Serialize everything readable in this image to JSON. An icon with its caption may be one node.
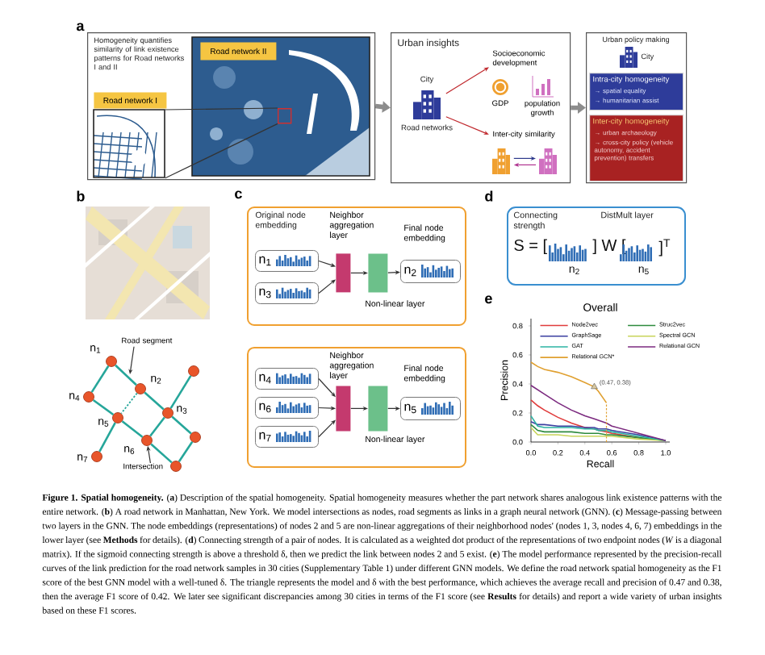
{
  "diagram": {
    "caption": "**Figure 1. Spatial homogeneity.** (**a**) Description of the spatial homogeneity. Spatial homogeneity measures whether the part network shares analogous link existence patterns with the entire network. (**b**) A road network in Manhattan, New York. We model intersections as nodes, road segments as links in a graph neural network (GNN). (**c**) Message-passing between two layers in the GNN. The node embeddings (representations) of nodes 2 and 5 are non-linear aggregations of their neighborhood nodes' (nodes 1, 3, nodes 4, 6, 7) embeddings in the lower layer (see **Methods** for details). (**d**) Connecting strength of a pair of nodes. It is calculated as a weighted dot product of the representations of two endpoint nodes (*W* is a diagonal matrix). If the sigmoid connecting strength is above a threshold δ, then we predict the link between nodes 2 and 5 exist. (**e**) The model performance represented by the precision-recall curves of the link prediction for the road network samples in 30 cities (Supplementary Table 1) under different GNN models. We define the road network spatial homogeneity as the F1 score of the best GNN model with a well-tuned δ. The triangle represents the model and δ with the best performance, which achieves the average recall and precision of 0.47 and 0.38, then the average F1 score of 0.42. We later see significant discrepancies among 30 cities in terms of the F1 score (see **Results** for details) and report a wide variety of urban insights based on these F1 scores.",
    "nodes": [
      {
        "text": [
          "Homogeneity quantifies similarity of link existence patterns for Road networks I and II"
        ]
      },
      {
        "text": [
          "Road network I"
        ],
        "in": 0
      },
      {
        "text": [],
        "shape": "picture",
        "in": 0
      },
      {
        "text": [],
        "shape": "picture",
        "in": 0
      },
      {
        "text": [
          "Road network II"
        ],
        "in": 3
      },
      {
        "text": [
          "Urban insights"
        ]
      },
      {
        "text": [
          "City",
          "Road networks"
        ],
        "in": 5
      },
      {
        "text": [
          "Socioeconomic development"
        ],
        "in": 5
      },
      {
        "text": [
          "Inter-city similarity"
        ],
        "in": 5
      },
      {
        "text": [],
        "shape": "building",
        "in": 5
      },
      {
        "text": [],
        "shape": "building",
        "in": 5
      },
      {
        "text": [
          "Urban policy making",
          "City"
        ]
      },
      {
        "text": [
          "Intra-city homogeneity",
          "→ spatial equality",
          "→ humanitarian assist"
        ],
        "in": 11
      },
      {
        "text": [
          "Inter-city homogeneity",
          "→ urban archaeology",
          "→ cross-city policy (vehicle autonomy, accident prevention) transfers"
        ],
        "in": 11
      },
      {
        "text": [],
        "shape": "picture"
      },
      {
        "text": [],
        "shape": "circle",
        "beside": [
          "n$_{1}$"
        ]
      },
      {
        "text": [],
        "shape": "circle"
      },
      {
        "text": [],
        "shape": "circle",
        "beside": [
          "n$_{2}$"
        ]
      },
      {
        "text": [],
        "shape": "circle",
        "beside": [
          "n$_{4}$"
        ]
      },
      {
        "text": [],
        "shape": "circle",
        "beside": [
          "n$_{3}$"
        ]
      },
      {
        "text": [],
        "shape": "circle",
        "beside": [
          "n$_{5}$"
        ]
      },
      {
        "text": [],
        "shape": "circle"
      },
      {
        "text": [],
        "shape": "circle",
        "beside": [
          "n$_{6}$"
        ]
      },
      {
        "text": [],
        "shape": "circle",
        "beside": [
          "n$_{7}$"
        ]
      },
      {
        "text": [],
        "shape": "circle"
      },
      {
        "text": [
          "Road segment"
        ]
      },
      {
        "text": [
          "Intersection"
        ]
      },
      {
        "text": [
          "Original node embedding"
        ]
      },
      {
        "text": [
          "n$_{1}$"
        ],
        "in": 27
      },
      {
        "text": [
          "n$_{3}$"
        ],
        "in": 27
      },
      {
        "text": [],
        "shape": "bar",
        "in": 27,
        "beside": [
          "Neighbor aggregation layer"
        ]
      },
      {
        "text": [],
        "shape": "bar",
        "in": 27,
        "beside": [
          "Non-linear layer"
        ]
      },
      {
        "text": [
          "n$_{2}$"
        ],
        "in": 27,
        "beside": [
          "Final node embedding"
        ]
      },
      {
        "text": [],
        "shape": "box"
      },
      {
        "text": [
          "n$_{4}$"
        ],
        "in": 33
      },
      {
        "text": [
          "n$_{6}$"
        ],
        "in": 33
      },
      {
        "text": [
          "n$_{7}$"
        ],
        "in": 33
      },
      {
        "text": [],
        "shape": "bar",
        "in": 33,
        "beside": [
          "Neighbor aggregation layer"
        ]
      },
      {
        "text": [],
        "shape": "bar",
        "in": 33,
        "beside": [
          "Non-linear layer"
        ]
      },
      {
        "text": [
          "n$_{5}$"
        ],
        "in": 33,
        "beside": [
          "Final node embedding"
        ]
      },
      {
        "text": [
          "Connecting strength",
          "DistMult layer",
          "S = [",
          "] W [",
          "]$^{T}$",
          "n$_{2}$",
          "n$_{5}$"
        ]
      },
      {
        "text": [],
        "shape": "box",
        "in": 3
      }
    ],
    "edges": [
      {
        "from": 2,
        "to": 41,
        "arrow": "none"
      },
      {
        "from": 2,
        "to": 41,
        "arrow": "none"
      },
      {
        "from": 0,
        "to": 5,
        "arrow": "to",
        "style": "thick",
        "color": "#8c8c8c"
      },
      {
        "from": 5,
        "to": 11,
        "arrow": "to",
        "style": "thick",
        "color": "#8c8c8c"
      },
      {
        "from": 6,
        "to": 7,
        "arrow": "to",
        "color": "#c0282d"
      },
      {
        "from": 6,
        "to": 8,
        "arrow": "to",
        "color": "#c0282d"
      },
      {
        "from": 9,
        "to": 10,
        "arrow": "to",
        "color": "#2e3a8c"
      },
      {
        "from": 10,
        "to": 9,
        "arrow": "to",
        "color": "#b0338f"
      },
      {
        "from": 15,
        "to": 17,
        "arrow": "none",
        "color": "#26a69a"
      },
      {
        "from": 15,
        "to": 18,
        "arrow": "none",
        "color": "#26a69a"
      },
      {
        "from": 16,
        "to": 19,
        "arrow": "none",
        "color": "#26a69a"
      },
      {
        "from": 17,
        "to": 20,
        "arrow": "none",
        "style": "dashed",
        "color": "#26a69a"
      },
      {
        "from": 17,
        "to": 19,
        "arrow": "none",
        "color": "#26a69a"
      },
      {
        "from": 18,
        "to": 20,
        "arrow": "none",
        "color": "#26a69a"
      },
      {
        "from": 20,
        "to": 22,
        "arrow": "none",
        "color": "#26a69a"
      },
      {
        "from": 19,
        "to": 22,
        "arrow": "none",
        "color": "#26a69a"
      },
      {
        "from": 19,
        "to": 21,
        "arrow": "none",
        "color": "#26a69a"
      },
      {
        "from": 20,
        "to": 23,
        "arrow": "none",
        "color": "#26a69a"
      },
      {
        "from": 22,
        "to": 24,
        "arrow": "none",
        "color": "#26a69a"
      },
      {
        "from": 21,
        "to": 24,
        "arrow": "none",
        "color": "#26a69a"
      },
      {
        "from": 25,
        "to": null,
        "arrow": "to"
      },
      {
        "from": 26,
        "to": 22,
        "arrow": "to"
      },
      {
        "from": 28,
        "to": 30,
        "arrow": "to"
      },
      {
        "from": 29,
        "to": 30,
        "arrow": "to"
      },
      {
        "from": 30,
        "to": 31,
        "arrow": "to"
      },
      {
        "from": 31,
        "to": 32,
        "arrow": "to"
      },
      {
        "from": 34,
        "to": 37,
        "arrow": "to"
      },
      {
        "from": 35,
        "to": 37,
        "arrow": "to"
      },
      {
        "from": 36,
        "to": 37,
        "arrow": "to"
      },
      {
        "from": 37,
        "to": 38,
        "arrow": "to"
      },
      {
        "from": 38,
        "to": 39,
        "arrow": "to"
      }
    ],
    "labels": [
      "a",
      "GDP",
      "population growth",
      "b",
      "c",
      "d",
      "e"
    ],
    "chart_data": {
      "type": "line",
      "title": "Overall",
      "xlabel": "Recall",
      "ylabel": "Precision",
      "x": [
        0,
        0.05,
        0.1,
        0.2,
        0.3,
        0.4,
        0.47,
        0.5,
        0.56,
        0.6,
        0.8,
        1.0
      ],
      "series": [
        {
          "name": "Node2vec",
          "color": "#e03c3c",
          "values": [
            0.29,
            0.25,
            0.22,
            0.17,
            0.13,
            0.1,
            0.09,
            0.08,
            0.07,
            0.06,
            0.03,
            0.01
          ]
        },
        {
          "name": "Struc2vec",
          "color": "#2e8b3e",
          "values": [
            0.12,
            0.08,
            0.07,
            0.07,
            0.07,
            0.06,
            0.06,
            0.06,
            0.05,
            0.05,
            0.03,
            0.01
          ]
        },
        {
          "name": "GraphSage",
          "color": "#3b3fa0",
          "values": [
            0.14,
            0.12,
            0.12,
            0.11,
            0.11,
            0.1,
            0.1,
            0.09,
            0.09,
            0.08,
            0.05,
            0.01
          ]
        },
        {
          "name": "Spectral GCN",
          "color": "#c8d45a",
          "values": [
            0.1,
            0.05,
            0.05,
            0.05,
            0.04,
            0.04,
            0.04,
            0.04,
            0.04,
            0.04,
            0.02,
            0.01
          ]
        },
        {
          "name": "GAT",
          "color": "#2bb3a3",
          "values": [
            0.18,
            0.11,
            0.1,
            0.1,
            0.1,
            0.09,
            0.09,
            0.08,
            0.08,
            0.07,
            0.04,
            0.01
          ]
        },
        {
          "name": "Relational GCN",
          "color": "#7b2a7f",
          "values": [
            0.39,
            0.36,
            0.33,
            0.27,
            0.22,
            0.18,
            0.16,
            0.15,
            0.13,
            0.11,
            0.06,
            0.01
          ]
        },
        {
          "name": "Relational GCN*",
          "color": "#e0a030",
          "values": [
            0.55,
            0.52,
            0.5,
            0.48,
            0.45,
            0.41,
            0.38,
            0.35,
            0.27,
            null,
            null,
            null
          ]
        }
      ],
      "xlim": [
        0,
        1.03
      ],
      "ylim": [
        0,
        0.85
      ],
      "xticks": [
        {
          "value": 0,
          "label": "0.0"
        },
        {
          "value": 0.2,
          "label": "0.2"
        },
        {
          "value": 0.4,
          "label": "0.4"
        },
        {
          "value": 0.6,
          "label": "0.6"
        },
        {
          "value": 0.8,
          "label": "0.8"
        },
        {
          "value": 1.0,
          "label": "1.0"
        }
      ],
      "yticks": [
        {
          "value": 0,
          "label": "0.0"
        },
        {
          "value": 0.2,
          "label": "0.2"
        },
        {
          "value": 0.4,
          "label": "0.4"
        },
        {
          "value": 0.6,
          "label": "0.6"
        },
        {
          "value": 0.8,
          "label": "0.8"
        }
      ],
      "legend": true,
      "ref_lines": [
        {
          "axis": "x",
          "value": 0.56
        }
      ],
      "annotations": [
        {
          "x": 0.47,
          "y": 0.38,
          "text": "(0.47, 0.38)"
        }
      ]
    }
  }
}
